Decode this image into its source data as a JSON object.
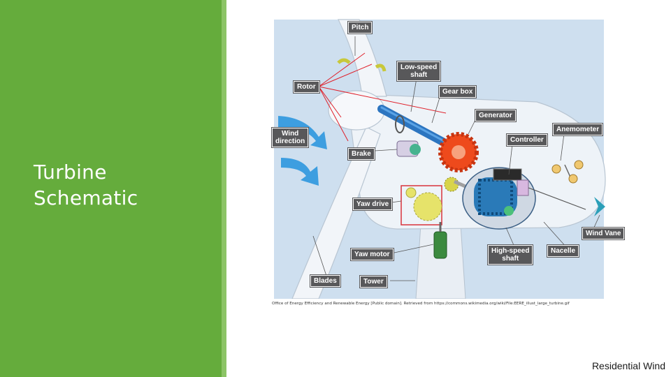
{
  "slide": {
    "title_lines": [
      "Turbine",
      "Schematic"
    ],
    "footer": "Residential Wind",
    "credit": "Office of Energy Efficiency and Renewable Energy [Public domain]. Retrieved from https://commons.wikimedia.org/wiki/File:EERE_illust_large_turbine.gif"
  },
  "diagram": {
    "labels": {
      "pitch": "Pitch",
      "low_speed_shaft": [
        "Low-speed",
        "shaft"
      ],
      "rotor": "Rotor",
      "gear_box": "Gear box",
      "generator": "Generator",
      "anemometer": "Anemometer",
      "wind_direction": [
        "Wind",
        "direction"
      ],
      "controller": "Controller",
      "brake": "Brake",
      "yaw_drive": "Yaw drive",
      "wind_vane": "Wind Vane",
      "yaw_motor": "Yaw motor",
      "high_speed_shaft": [
        "High-speed",
        "shaft"
      ],
      "nacelle": "Nacelle",
      "blades": "Blades",
      "tower": "Tower"
    }
  },
  "colors": {
    "sidebar": "#65ac3c",
    "callout": "#58585a",
    "background": "#c9dcee",
    "rotor_leader": "#e0202a",
    "gear": "#ee4a1c",
    "generator": "#2a7ab8"
  }
}
